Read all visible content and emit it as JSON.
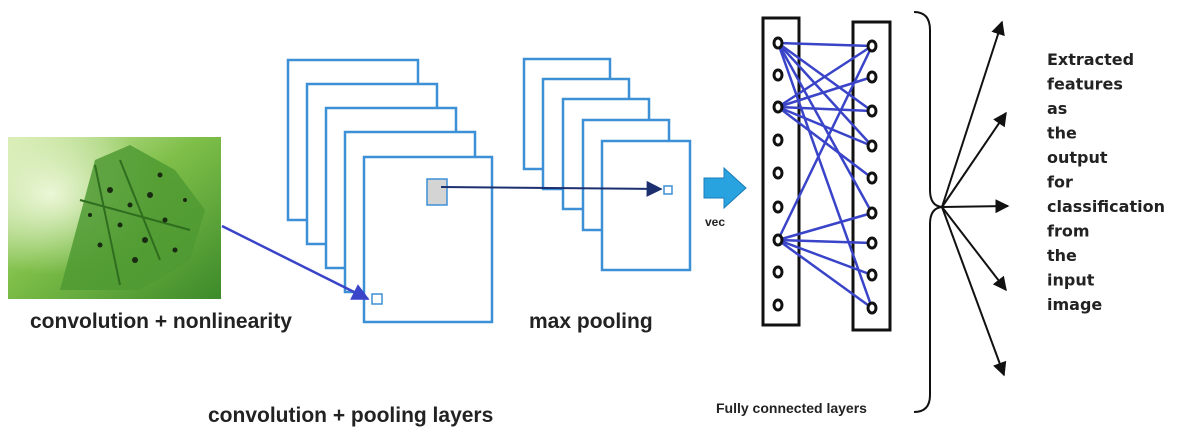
{
  "labels": {
    "conv_nonlin": "convolution + nonlinearity",
    "max_pooling": "max pooling",
    "conv_pool_layers": "convolution + pooling layers",
    "vec": "vec",
    "fully_connected": "Fully connected layers"
  },
  "output_text": [
    "Extracted",
    "features",
    "as",
    "the",
    "output",
    "for",
    "classification",
    "from",
    "the",
    "input",
    " image"
  ],
  "colors": {
    "feature_map_stroke": "#3d8fd6",
    "connection_line": "#3a44c8",
    "arrow_fill": "#29a3e0",
    "neuron": "#111111",
    "text": "#222222"
  },
  "icons": {
    "input_image": "leaf-with-spots-image",
    "vec_arrow": "right-arrow-icon"
  }
}
